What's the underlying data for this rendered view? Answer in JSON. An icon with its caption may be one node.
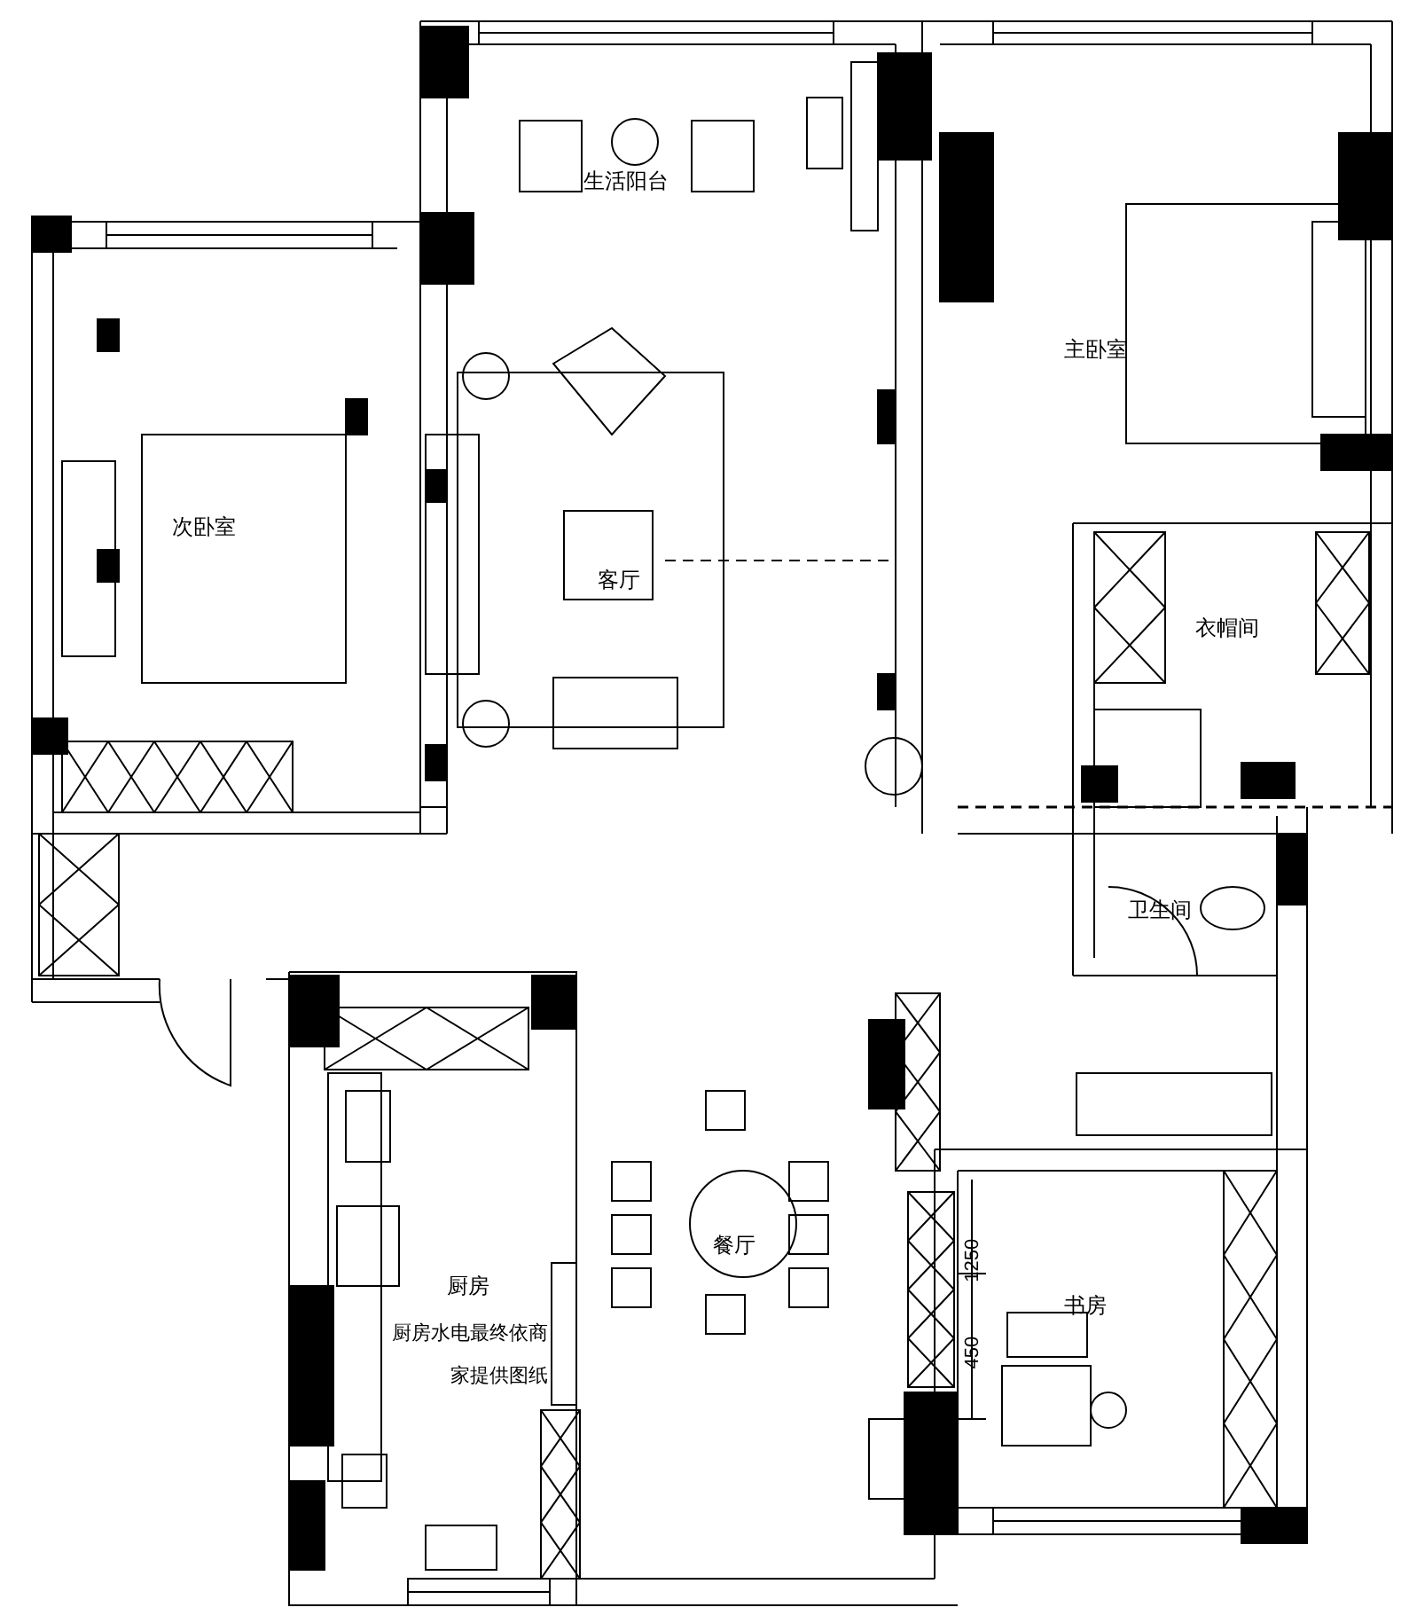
{
  "diagram": {
    "labels": [
      "生活阳台",
      "主卧室",
      "次卧室",
      "客厅",
      "衣帽间",
      "卫生间",
      "餐厅",
      "1250",
      "厨房",
      "书房",
      "厨房水电最终依商家提供图纸",
      "450"
    ]
  }
}
